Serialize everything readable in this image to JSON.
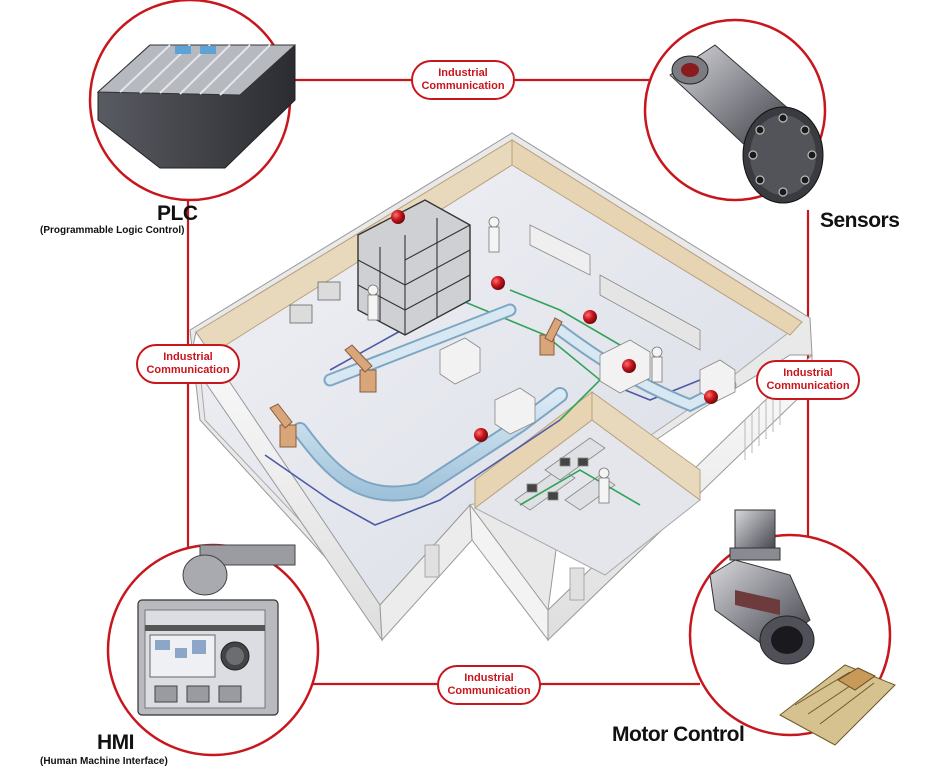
{
  "colors": {
    "accent": "#c8161d",
    "floor": "#e6e8ef",
    "wall": "#f4f4f4",
    "conveyor": "#b9d7ea"
  },
  "nodes": {
    "plc": {
      "title": "PLC",
      "subtitle": "(Programmable Logic Control)"
    },
    "sensors": {
      "title": "Sensors"
    },
    "hmi": {
      "title": "HMI",
      "subtitle": "(Human Machine Interface)"
    },
    "motor": {
      "title": "Motor Control"
    }
  },
  "links": {
    "top": {
      "line1": "Industrial",
      "line2": "Communication"
    },
    "left": {
      "line1": "Industrial",
      "line2": "Communication"
    },
    "right": {
      "line1": "Industrial",
      "line2": "Communication"
    },
    "bottom": {
      "line1": "Industrial",
      "line2": "Communication"
    }
  }
}
